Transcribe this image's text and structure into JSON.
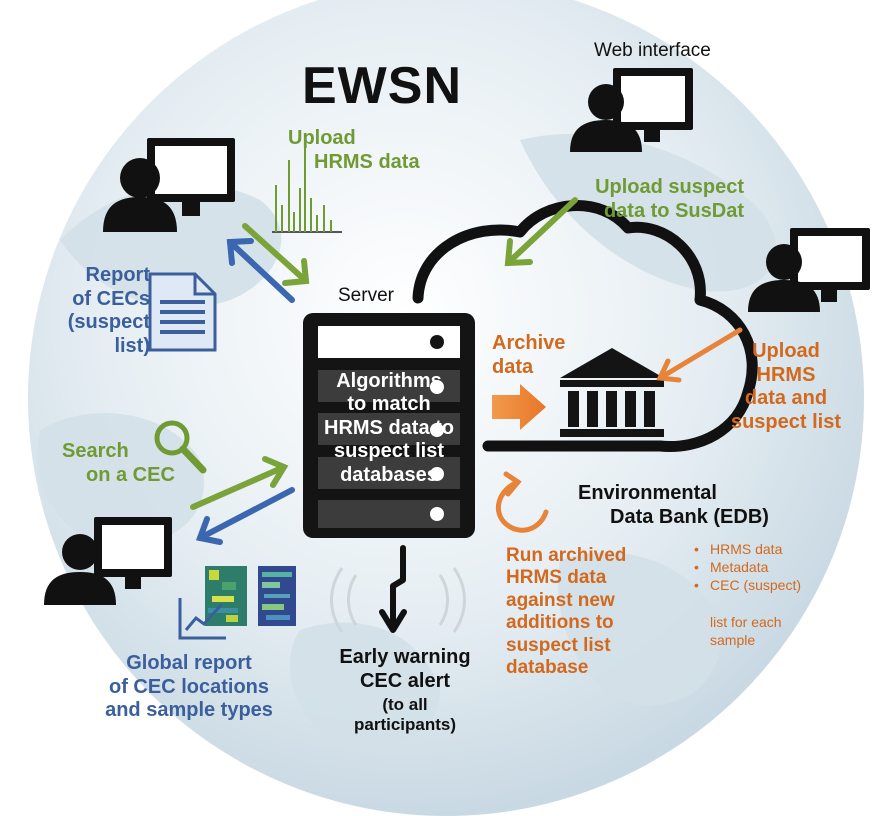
{
  "title": "EWSN",
  "server_label": "Server",
  "server_text": [
    "Algorithms",
    "to match",
    "HRMS data to",
    "suspect list",
    "databases"
  ],
  "web_interface_label": "Web interface",
  "upload_hrms_top": [
    "Upload",
    "HRMS data"
  ],
  "upload_suspect": [
    "Upload suspect",
    "data to SusDat"
  ],
  "report_cecs": [
    "Report",
    "of CECs",
    "(suspect",
    "list)"
  ],
  "archive_data": [
    "Archive",
    "data"
  ],
  "upload_hrms_right": [
    "Upload",
    "HRMS",
    "data and",
    "suspect list"
  ],
  "edb_title": [
    "Environmental",
    "Data Bank (EDB)"
  ],
  "edb_items": [
    "HRMS data",
    "Metadata",
    "CEC (suspect)",
    "list for each",
    "sample"
  ],
  "search_cec": [
    "Search",
    "on a CEC"
  ],
  "run_archived": [
    "Run archived",
    "HRMS data",
    "against new",
    "additions to",
    "suspect list",
    "database"
  ],
  "early_warning": [
    "Early warning",
    "CEC alert"
  ],
  "early_warning_sub": [
    "(to all",
    "participants)"
  ],
  "global_report": [
    "Global report",
    "of CEC locations",
    "and sample types"
  ],
  "colors": {
    "green": "#6f9a34",
    "blue": "#3a5f9c",
    "orange": "#d2691e",
    "black": "#111111"
  }
}
